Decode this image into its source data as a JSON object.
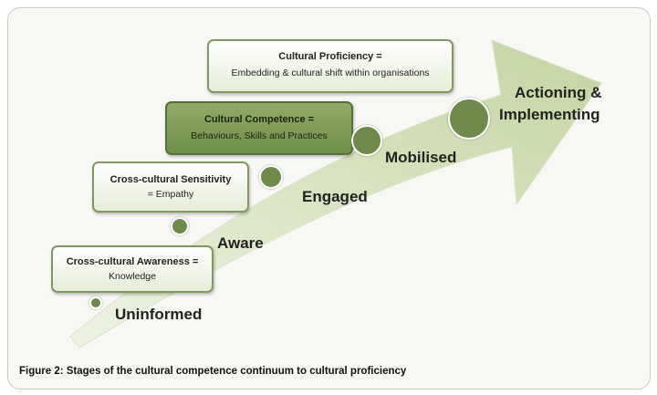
{
  "boxes": {
    "proficiency": {
      "title": "Cultural Proficiency =",
      "subtitle": "Embedding & cultural shift within organisations"
    },
    "competence": {
      "title": "Cultural Competence =",
      "subtitle": "Behaviours, Skills and Practices"
    },
    "sensitivity": {
      "title": "Cross-cultural Sensitivity",
      "subtitle": "= Empathy"
    },
    "awareness": {
      "title": "Cross-cultural Awareness =",
      "subtitle": "Knowledge"
    }
  },
  "stages": {
    "uninformed": "Uninformed",
    "aware": "Aware",
    "engaged": "Engaged",
    "mobilised": "Mobilised",
    "actioning_line1": "Actioning &",
    "actioning_line2": "Implementing"
  },
  "caption": "Figure 2: Stages of the cultural competence continuum to cultural proficiency",
  "colors": {
    "arrow": "#cfdcb4",
    "dot": "#6e8a4a",
    "box_border": "#7f985f",
    "box_highlight": "#7f9c57"
  }
}
